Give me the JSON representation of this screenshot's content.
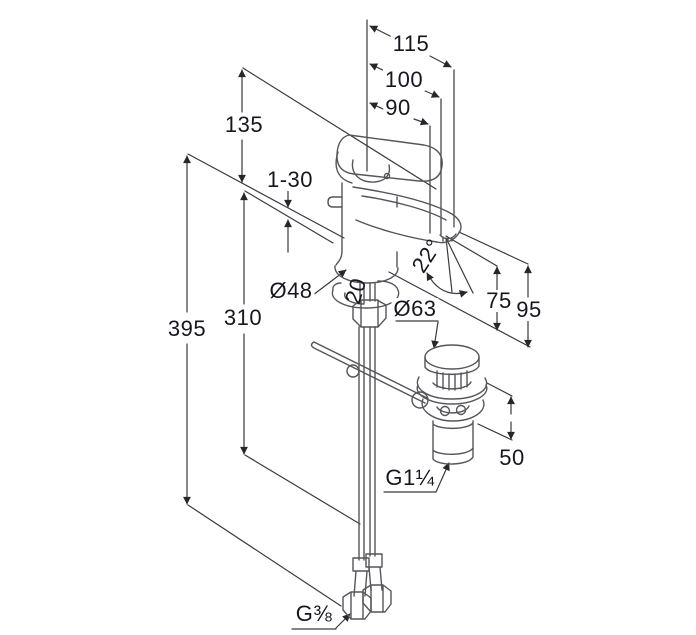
{
  "colors": {
    "background": "#ffffff",
    "artwork_lines": "#55555a",
    "dimension_lines": "#3a3a40",
    "arrowheads": "#26262c",
    "text": "#16161e"
  },
  "labels": {
    "dim_115": "115",
    "dim_100": "100",
    "dim_90": "90",
    "dim_135": "135",
    "dim_1_30": "1-30",
    "dim_395": "395",
    "dim_310": "310",
    "dia_48": "Ø48",
    "angle_22": "22°",
    "dim_20": "20",
    "dia_63": "Ø63",
    "dim_75": "75",
    "dim_95": "95",
    "dim_50": "50",
    "thread_g1_quarter": "G1¼",
    "thread_g3_8": "G⅜"
  }
}
